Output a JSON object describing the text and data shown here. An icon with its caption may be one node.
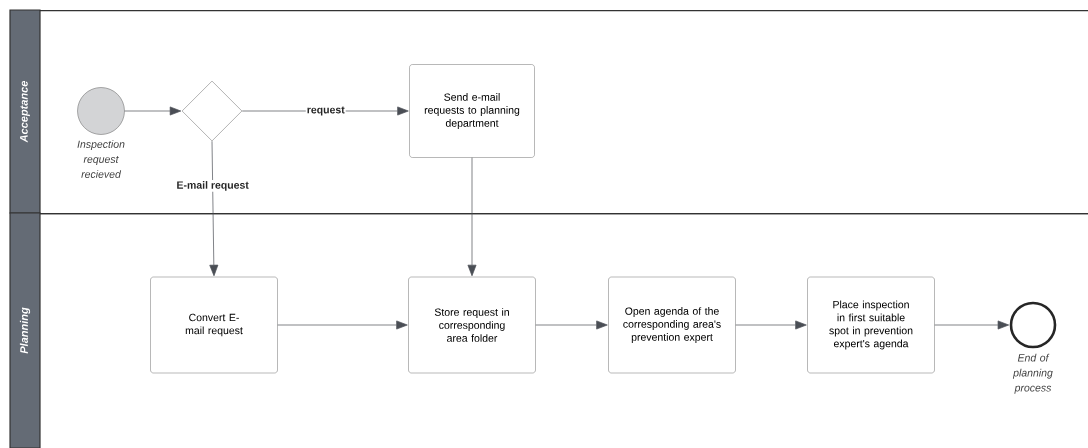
{
  "diagram": {
    "nodes": [
      {
        "text": [
          "Acceptance"
        ]
      },
      {
        "text": [
          "Planning"
        ]
      },
      {
        "text": [],
        "shape": "circle",
        "beside": [
          "Inspection request recieved"
        ],
        "in": 0
      },
      {
        "text": [],
        "shape": "diamond",
        "in": 0
      },
      {
        "text": [
          "Send e-mail requests to planning department"
        ],
        "in": 0
      },
      {
        "text": [
          "Convert E-mail request"
        ],
        "in": 1
      },
      {
        "text": [
          "Store request in corresponding area folder"
        ],
        "in": 1
      },
      {
        "text": [
          "Open agenda of the corresponding area's prevention expert"
        ],
        "in": 1
      },
      {
        "text": [
          "Place inspection in first suitable spot in prevention expert's agenda"
        ],
        "in": 1
      },
      {
        "text": [],
        "shape": "circle",
        "beside": [
          "End of planning process"
        ],
        "in": 1
      }
    ],
    "edges": [
      {
        "from": 2,
        "to": 3,
        "arrow": "to"
      },
      {
        "from": 3,
        "to": 4,
        "arrow": "to",
        "label": "request"
      },
      {
        "from": 3,
        "to": 5,
        "arrow": "to",
        "label": "E-mail request"
      },
      {
        "from": 4,
        "to": 6,
        "arrow": "to"
      },
      {
        "from": 5,
        "to": 6,
        "arrow": "to"
      },
      {
        "from": 6,
        "to": 7,
        "arrow": "to"
      },
      {
        "from": 7,
        "to": 8,
        "arrow": "to"
      },
      {
        "from": 8,
        "to": 9,
        "arrow": "to"
      }
    ]
  }
}
